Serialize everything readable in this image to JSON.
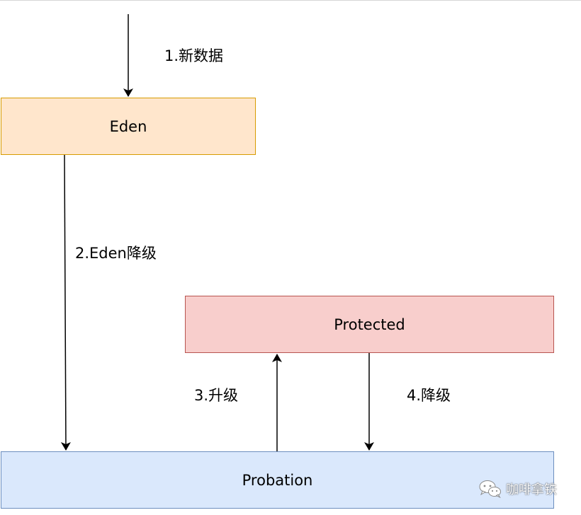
{
  "nodes": {
    "eden": "Eden",
    "protected": "Protected",
    "probation": "Probation"
  },
  "edges": {
    "new_data": "1.新数据",
    "eden_demote": "2.Eden降级",
    "promote": "3.升级",
    "demote": "4.降级"
  },
  "watermark": {
    "text": "咖啡拿铁",
    "icon": "wechat-icon"
  },
  "colors": {
    "eden_fill": "#ffe6cc",
    "eden_stroke": "#d79b00",
    "protected_fill": "#f8cecc",
    "protected_stroke": "#b85450",
    "probation_fill": "#dae8fc",
    "probation_stroke": "#6c8ebf"
  }
}
